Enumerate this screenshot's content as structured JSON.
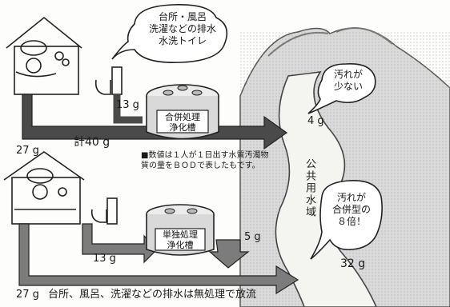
{
  "top_bubble": {
    "line1": "台所・風呂",
    "line2": "洗濯などの排水",
    "line3": "水洗トイレ"
  },
  "top_tank": {
    "line1": "合併処理",
    "line2": "浄化槽"
  },
  "bottom_tank": {
    "line1": "単独処理",
    "line2": "浄化槽"
  },
  "amounts": {
    "top_toilet": "13 g",
    "top_kitchen": "27 g",
    "top_total": "計40 g",
    "top_out": "4 g",
    "bottom_toilet": "13 g",
    "bottom_out": "5 g",
    "bottom_kitchen": "27 g",
    "river_total": "32 g"
  },
  "note": "■数値は１人が１日出す水質汚濁物質の量をＢＯＤで表したもです。",
  "river_label": "公共用水域",
  "bubble_less": {
    "line1": "汚れが",
    "line2": "少ない"
  },
  "bubble_more": {
    "line1": "汚れが",
    "line2": "合併型の",
    "line3": "８倍！"
  },
  "bottom_caption": "台所、風呂、洗濯などの排水は無処理で放流",
  "colors": {
    "ink": "#1a1a1a",
    "arrow": "#444444",
    "arrow_light": "#8a8a8a",
    "tank": "#cfcfcf",
    "mountain": "#d6d6d6",
    "river": "#f4f4f0"
  }
}
